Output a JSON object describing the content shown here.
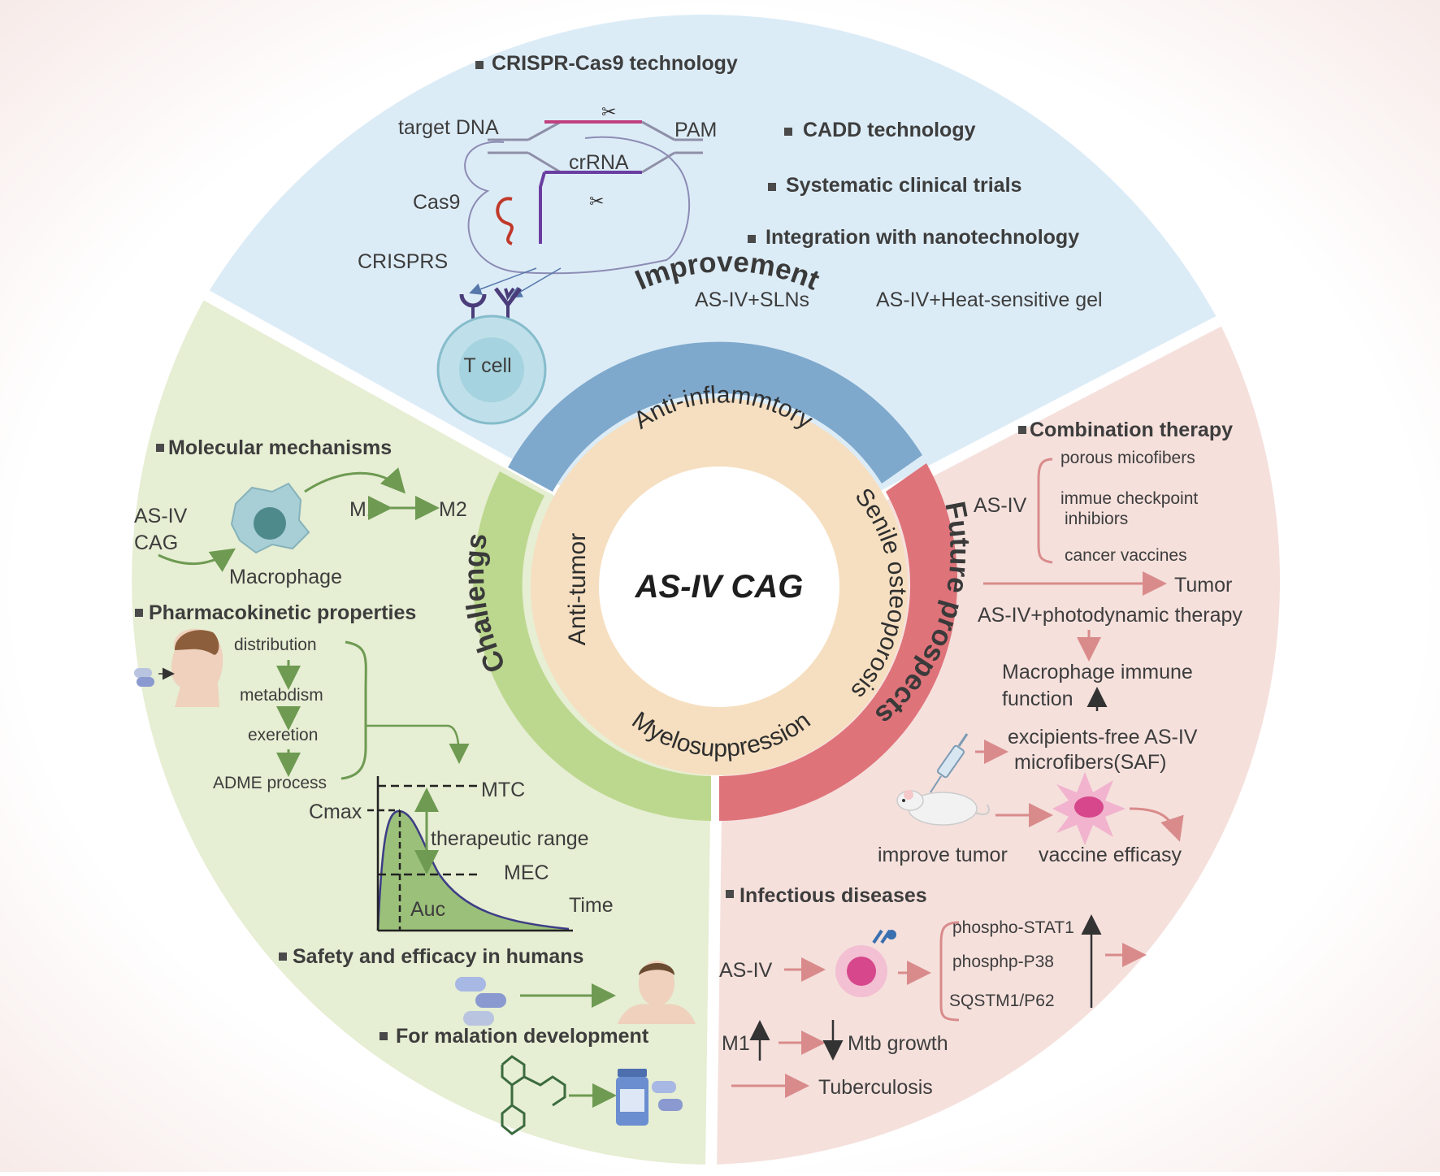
{
  "center": {
    "title": "AS-IV  CAG"
  },
  "inner_ring": {
    "top": "Anti-inflammtory",
    "left": "Anti-tumor",
    "right": "Senile osteoporosis",
    "bottom": "Myelosuppression"
  },
  "outer_ring": {
    "top": "Improvement",
    "left": "Challengs",
    "right": "Future prospects"
  },
  "improvement": {
    "crispr_heading": "CRISPR-Cas9 technology",
    "target_dna": "target DNA",
    "pam": "PAM",
    "crrna": "crRNA",
    "cas9": "Cas9",
    "crisprs": "CRISPRS",
    "tcell": "T cell",
    "cadd": "CADD technology",
    "trials": "Systematic clinical trials",
    "nano": "Integration with nanotechnology",
    "sln": "AS-IV+SLNs",
    "gel": "AS-IV+Heat-sensitive gel"
  },
  "challenges": {
    "molecular": "Molecular mechanisms",
    "asiv": "AS-IV",
    "cag": "CAG",
    "m1": "M1",
    "m2": "M2",
    "macrophage": "Macrophage",
    "pk": "Pharmacokinetic properties",
    "distribution": "distribution",
    "metab": "metabdism",
    "excretion": "exeretion",
    "adme": "ADME process",
    "mtc": "MTC",
    "cmax": "Cmax",
    "range": "therapeutic range",
    "mec": "MEC",
    "auc": "Auc",
    "time": "Time",
    "safety": "Safety and efficacy in humans",
    "formulation": "For malation development"
  },
  "future": {
    "combo": "Combination therapy",
    "asiv": "AS-IV",
    "porous": "porous micofibers",
    "immune1": "immue checkpoint",
    "immune2": "inhibiors",
    "vaccines": "cancer vaccines",
    "tumor": "Tumor",
    "pdt": "AS-IV+photodynamic therapy",
    "macro1": "Macrophage immune",
    "macro2": "function",
    "saf1": "excipients-free AS-IV",
    "saf2": "microfibers(SAF)",
    "improve": "improve tumor",
    "vaccine_eff": "vaccine efficasy",
    "infectious": "Infectious  diseases",
    "asiv2": "AS-IV",
    "stat1": "phospho-STAT1",
    "p38": "phosphp-P38",
    "sqstm": "SQSTM1/P62",
    "m1": "M1",
    "mtb": "Mtb growth",
    "tb": "Tuberculosis"
  },
  "colors": {
    "improvement_bg": "#dcecf7",
    "challenges_bg": "#e6eed3",
    "future_bg": "#f5e0dc",
    "ring_blue": "#7fa9cc",
    "ring_green": "#bcd88e",
    "ring_red": "#df737a",
    "inner_ring": "#f6dfc0",
    "green_arrow": "#6e9a52",
    "red_arrow": "#d98b8b"
  }
}
